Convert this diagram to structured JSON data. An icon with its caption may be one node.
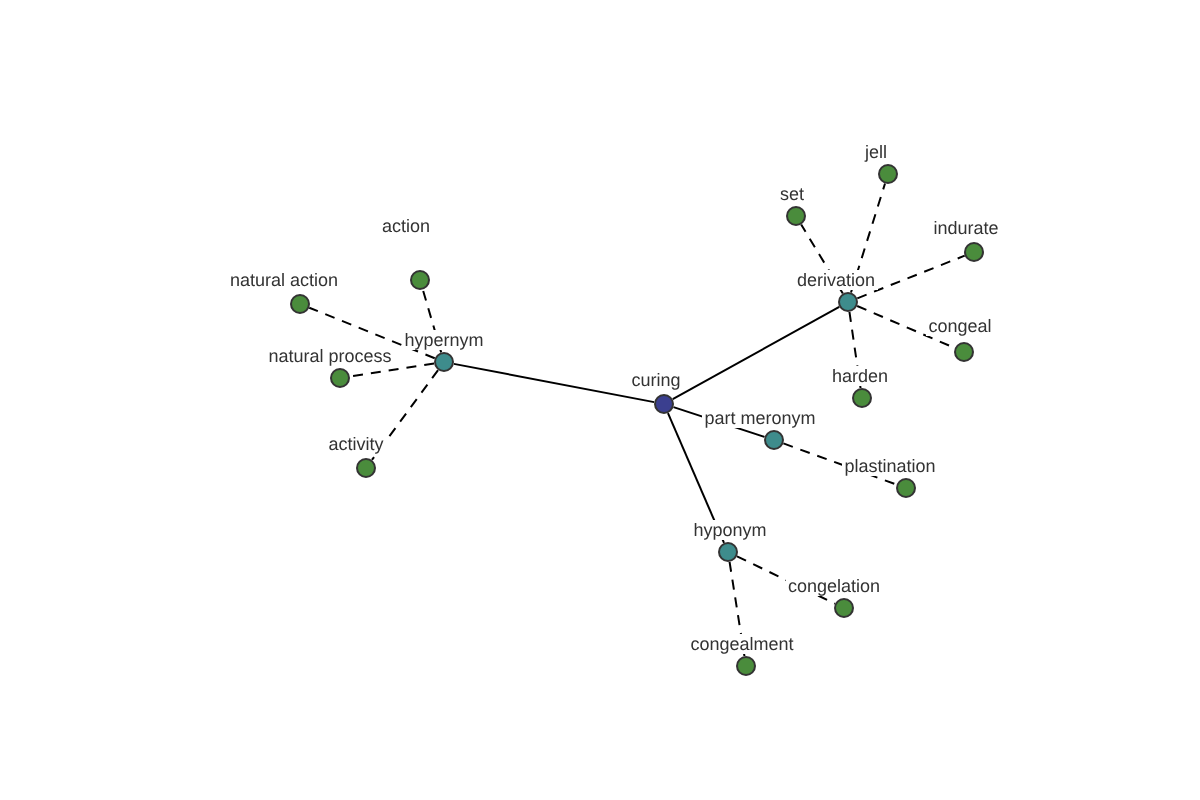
{
  "diagram": {
    "nodes": [
      {
        "text": [
          "curing"
        ]
      },
      {
        "text": [
          "hypernym"
        ]
      },
      {
        "text": [
          "derivation"
        ]
      },
      {
        "text": [
          "part meronym"
        ]
      },
      {
        "text": [
          "hyponym"
        ]
      },
      {
        "text": [
          "action"
        ]
      },
      {
        "text": [
          "natural action"
        ]
      },
      {
        "text": [
          "natural process"
        ]
      },
      {
        "text": [
          "activity"
        ]
      },
      {
        "text": [
          "jell"
        ]
      },
      {
        "text": [
          "set"
        ]
      },
      {
        "text": [
          "indurate"
        ]
      },
      {
        "text": [
          "congeal"
        ]
      },
      {
        "text": [
          "harden"
        ]
      },
      {
        "text": [
          "plastination"
        ]
      },
      {
        "text": [
          "congelation"
        ]
      },
      {
        "text": [
          "congealment"
        ]
      }
    ],
    "edges": [
      {
        "from": 0,
        "to": 1,
        "arrow": "none"
      },
      {
        "from": 0,
        "to": 2,
        "arrow": "none"
      },
      {
        "from": 0,
        "to": 3,
        "arrow": "none"
      },
      {
        "from": 0,
        "to": 4,
        "arrow": "none"
      },
      {
        "from": 1,
        "to": 5,
        "arrow": "none",
        "style": "dashed"
      },
      {
        "from": 1,
        "to": 6,
        "arrow": "none",
        "style": "dashed"
      },
      {
        "from": 1,
        "to": 7,
        "arrow": "none",
        "style": "dashed"
      },
      {
        "from": 1,
        "to": 8,
        "arrow": "none",
        "style": "dashed"
      },
      {
        "from": 2,
        "to": 9,
        "arrow": "none",
        "style": "dashed"
      },
      {
        "from": 2,
        "to": 10,
        "arrow": "none",
        "style": "dashed"
      },
      {
        "from": 2,
        "to": 11,
        "arrow": "none",
        "style": "dashed"
      },
      {
        "from": 2,
        "to": 12,
        "arrow": "none",
        "style": "dashed"
      },
      {
        "from": 2,
        "to": 13,
        "arrow": "none",
        "style": "dashed"
      },
      {
        "from": 3,
        "to": 14,
        "arrow": "none",
        "style": "dashed"
      },
      {
        "from": 4,
        "to": 15,
        "arrow": "none",
        "style": "dashed"
      },
      {
        "from": 4,
        "to": 16,
        "arrow": "none",
        "style": "dashed"
      }
    ]
  }
}
